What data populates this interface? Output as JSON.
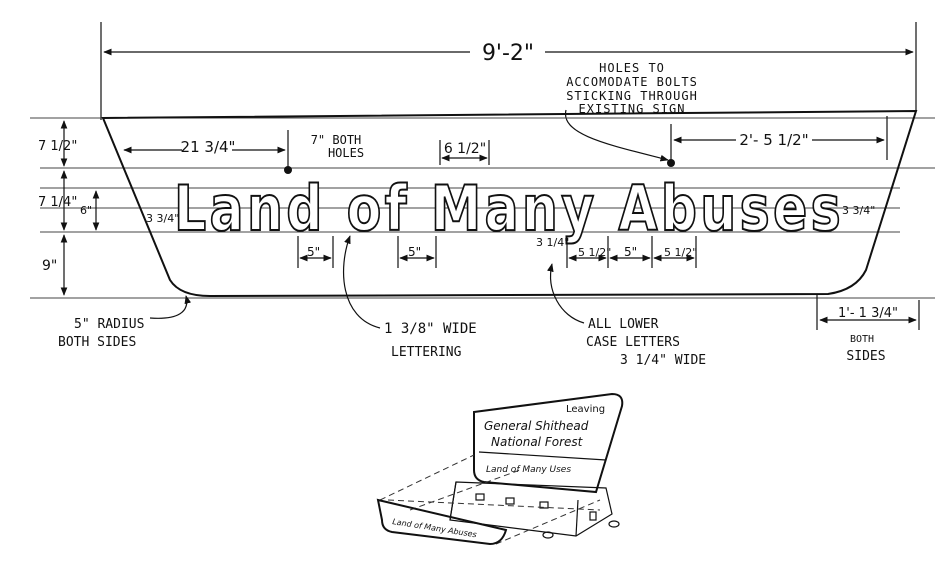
{
  "overall_width": "9'-2\"",
  "holes_note": [
    "HOLES  TO",
    "ACCOMODATE  BOLTS",
    "STICKING  THROUGH",
    "EXISTING  SIGN"
  ],
  "dim_left_hole": "21 3/4\"",
  "holes_label": [
    "7\"  BOTH",
    "HOLES"
  ],
  "dim_top_mid": "6 1/2\"",
  "dim_right_hole": "2'- 5 1/2\"",
  "left_heights": [
    "7 1/2\"",
    "7 1/4\"",
    "6\"",
    "9\""
  ],
  "side_margin": "3 3/4\"",
  "sign_text": "Land of Many Abuses",
  "gap_labels": [
    "5\"",
    "5\"",
    "3 1/4\"",
    "5 1/2\"",
    "5\"",
    "5 1/2\""
  ],
  "radius_note": [
    "5\" RADIUS",
    "BOTH  SIDES"
  ],
  "lettering_note": [
    "1 3/8\"  WIDE",
    "LETTERING"
  ],
  "lowercase_note": [
    "ALL  LOWER",
    "CASE  LETTERS",
    "3 1/4\" WIDE"
  ],
  "corner_note": [
    "1'- 1 3/4\"",
    "BOTH",
    "SIDES"
  ],
  "sketch": {
    "top_small": "Leaving",
    "line1": "General Shithead",
    "line2": "National Forest",
    "line3": "Land of Many Uses",
    "bottom_sign": "Land of Many Abuses"
  }
}
